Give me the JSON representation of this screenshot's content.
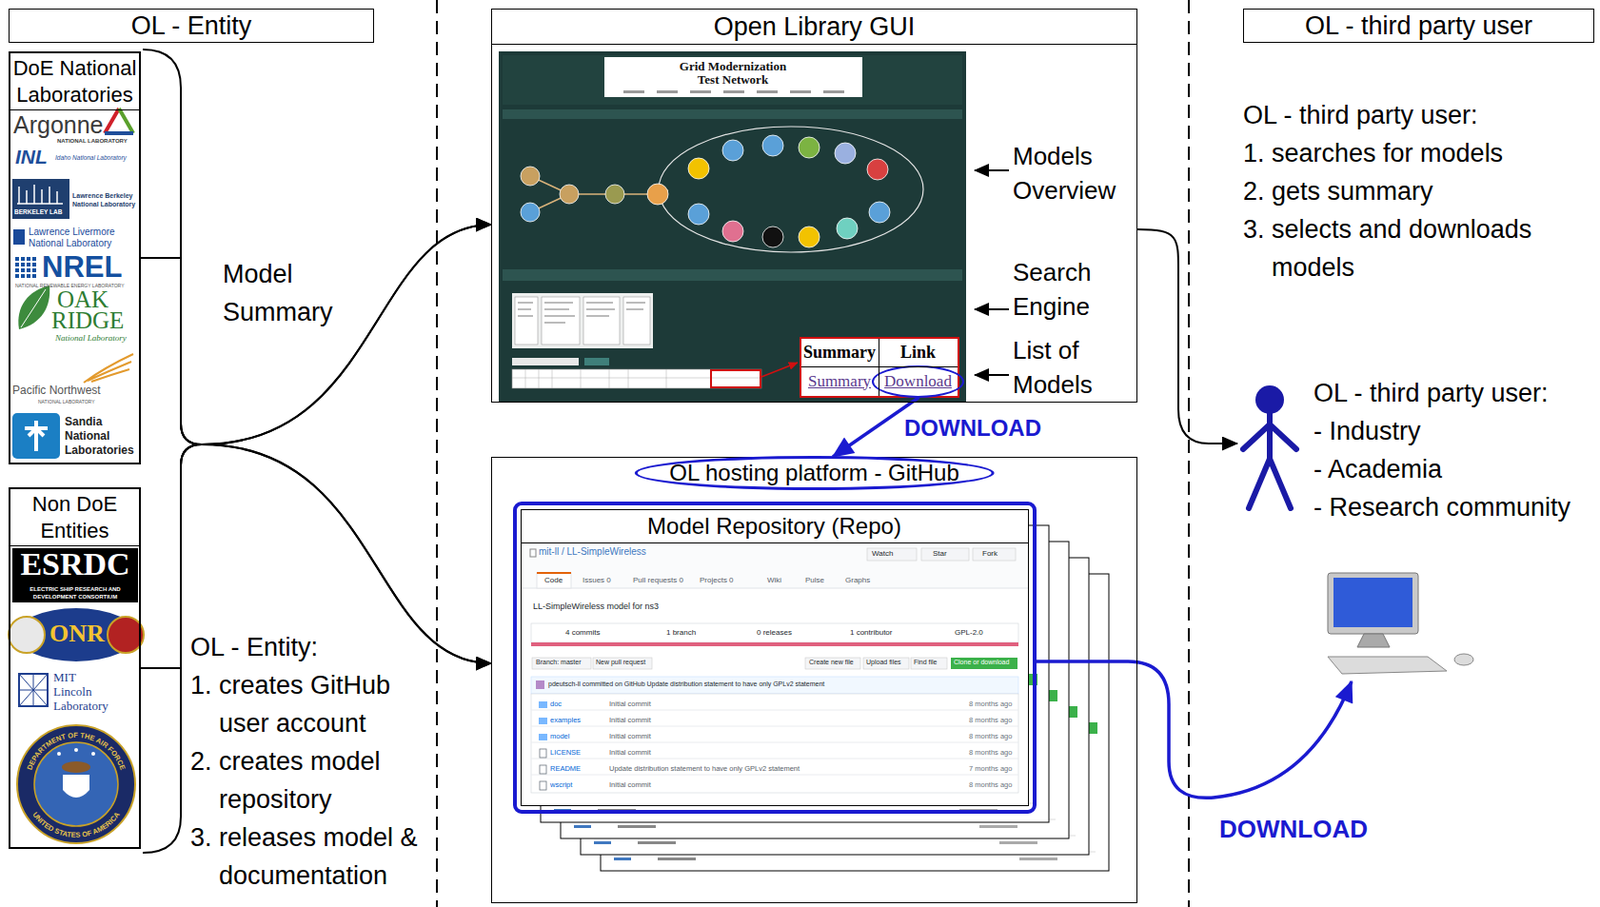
{
  "diagram": {
    "nodes": [
      {
        "text": [
          "OL - Entity"
        ]
      },
      {
        "text": [
          "Open Library GUI"
        ]
      },
      {
        "text": [
          "OL - third party user"
        ]
      },
      {
        "text": [
          "DoE National Laboratories"
        ]
      },
      {
        "text": [
          "Non DoE Entities"
        ]
      },
      {
        "text": [
          "Grid Modernization Test Network"
        ],
        "in": 1
      },
      {
        "text": [
          "Summary",
          "Link",
          "Summary",
          "Download"
        ],
        "in": 1
      },
      {
        "text": [
          "OL hosting platform - GitHub"
        ]
      },
      {
        "text": [
          "Model Repository (Repo)"
        ],
        "in": 7
      },
      {
        "text": [
          "OL - third party user:",
          "- Industry",
          "- Academia",
          "- Research community"
        ]
      }
    ],
    "edges": [
      {
        "from": 3,
        "to": 1,
        "arrow": "to",
        "label": "Model Summary"
      },
      {
        "from": 4,
        "to": 1,
        "arrow": "to"
      },
      {
        "from": 3,
        "to": 7,
        "arrow": "to"
      },
      {
        "from": 4,
        "to": 7,
        "arrow": "to"
      },
      {
        "from": 6,
        "to": 7,
        "arrow": "to",
        "label": "DOWNLOAD"
      },
      {
        "from": 1,
        "to": 9,
        "arrow": "to"
      }
    ],
    "labels": [
      "OL - Entity:",
      "1. creates GitHub user account",
      "2. creates model repository",
      "3. releases model & documentation",
      "Models Overview",
      "Search Engine",
      "List of Models",
      "OL - third party user:",
      "1. searches for models",
      "2. gets summary",
      "3. selects and downloads models",
      "DOWNLOAD",
      "Argonne",
      "NATIONAL LABORATORY",
      "INL",
      "Idaho National Laboratory",
      "BERKELEY LAB",
      "Lawrence Berkeley National Laboratory",
      "Lawrence Livermore National Laboratory",
      "NREL",
      "NATIONAL RENEWABLE ENERGY LABORATORY",
      "OAK",
      "RIDGE",
      "National Laboratory",
      "Pacific Northwest",
      "NATIONAL LABORATORY",
      "Sandia National Laboratories",
      "ESRDC",
      "ELECTRIC SHIP RESEARCH AND DEVELOPMENT CONSORTIUM",
      "ONR",
      "MIT Lincoln Laboratory",
      "DEPARTMENT OF THE AIR FORCE",
      "UNITED STATES OF AMERICA",
      "mit-ll / LL-SimpleWireless",
      "Watch",
      "Star",
      "Fork",
      "Code",
      "Issues 0",
      "Pull requests 0",
      "Projects 0",
      "Wiki",
      "Pulse",
      "Graphs",
      "LL-SimpleWireless model for ns3",
      "4 commits",
      "1 branch",
      "0 releases",
      "1 contributor",
      "GPL-2.0",
      "Branch: master",
      "New pull request",
      "Create new file",
      "Upload files",
      "Find file",
      "Clone or download",
      "pdeutsch-ll committed on GitHub Update distribution statement to have only GPLv2 statement",
      "doc",
      "Initial commit",
      "8 months ago",
      "examples",
      "Initial commit",
      "8 months ago",
      "model",
      "Initial commit",
      "8 months ago",
      "LICENSE",
      "Initial commit",
      "8 months ago",
      "README",
      "Update distribution statement to have only GPLv2 statement",
      "7 months ago",
      "wscript",
      "Initial commit",
      "8 months ago"
    ]
  }
}
